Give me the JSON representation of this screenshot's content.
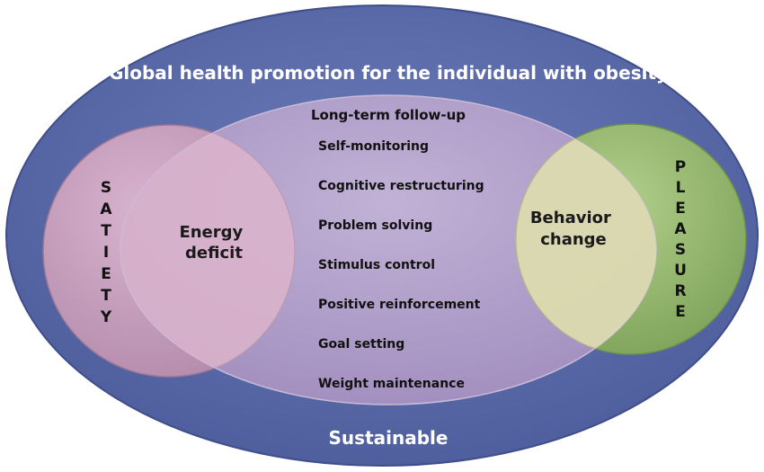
{
  "diagram": {
    "title": "Global health promotion for the individual with obesity",
    "footer": "Sustainable",
    "followup": {
      "heading": "Long-term follow-up",
      "items": [
        "Self-monitoring",
        "Cognitive restructuring",
        "Problem solving",
        "Stimulus control",
        "Positive reinforcement",
        "Goal setting",
        "Weight maintenance"
      ]
    },
    "left_circle": {
      "label": "SATIETY",
      "letters": [
        "S",
        "A",
        "T",
        "I",
        "E",
        "T",
        "Y"
      ],
      "overlap_lines": [
        "Energy",
        "deficit"
      ]
    },
    "right_circle": {
      "label": "PLEASURE",
      "letters": [
        "P",
        "L",
        "E",
        "A",
        "S",
        "U",
        "R",
        "E"
      ],
      "overlap_lines": [
        "Behavior",
        "change"
      ]
    }
  },
  "colors": {
    "outer_fill": "#5a6aa8",
    "outer_stroke": "#3f4d8a",
    "center_fill": "#b8a4cc",
    "left_fill": "#c99ec0",
    "left_overlap": "#dcb4cb",
    "right_fill": "#94b86a",
    "right_overlap": "#dcdcae"
  }
}
